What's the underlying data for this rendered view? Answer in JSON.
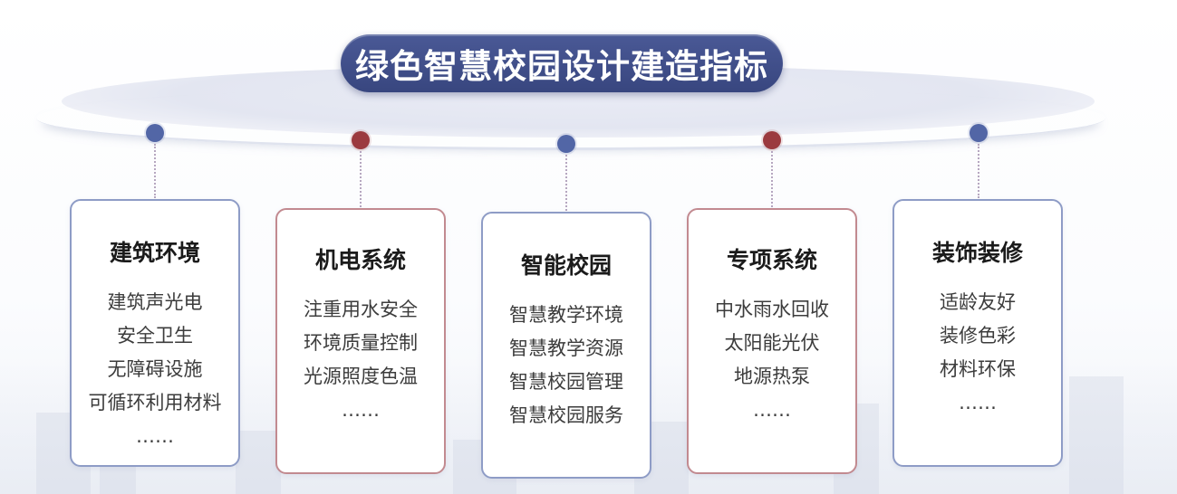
{
  "title": "绿色智慧校园设计建造指标",
  "colors": {
    "blue": "#5266a6",
    "red": "#9b3a3f",
    "title_bg": "#3f4d88"
  },
  "cards": [
    {
      "heading": "建筑环境",
      "items": [
        "建筑声光电",
        "安全卫生",
        "无障碍设施",
        "可循环利用材料",
        "……"
      ]
    },
    {
      "heading": "机电系统",
      "items": [
        "注重用水安全",
        "环境质量控制",
        "光源照度色温",
        "……"
      ]
    },
    {
      "heading": "智能校园",
      "items": [
        "智慧教学环境",
        "智慧教学资源",
        "智慧校园管理",
        "智慧校园服务"
      ]
    },
    {
      "heading": "专项系统",
      "items": [
        "中水雨水回收",
        "太阳能光伏",
        "地源热泵",
        "……"
      ]
    },
    {
      "heading": "装饰装修",
      "items": [
        "适龄友好",
        "装修色彩",
        "材料环保",
        "……"
      ]
    }
  ]
}
